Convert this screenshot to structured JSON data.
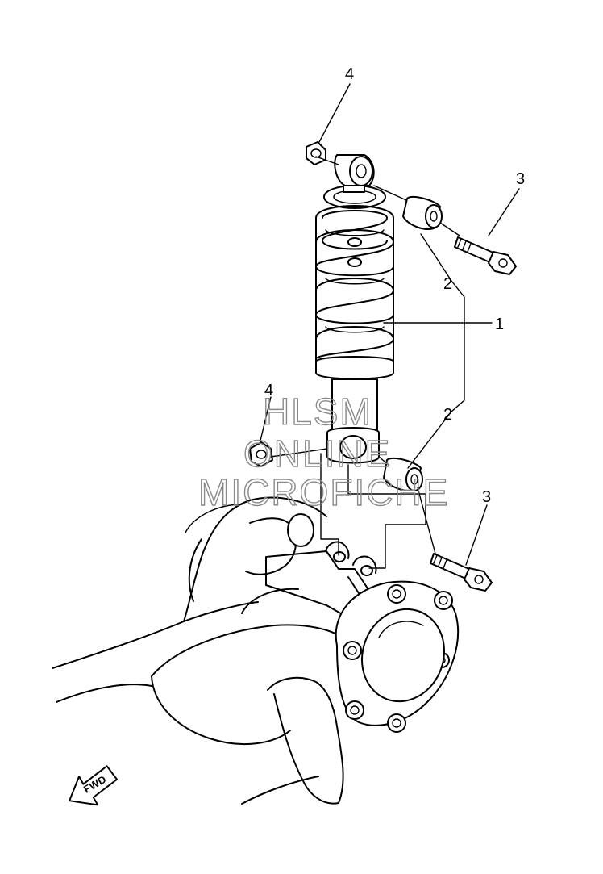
{
  "callouts": {
    "shock_absorber": "1",
    "bushing_upper": "2",
    "bushing_lower": "2",
    "bolt_upper": "3",
    "bolt_lower": "3",
    "nut_upper": "4",
    "nut_lower": "4"
  },
  "direction_arrow": "FWD",
  "watermark": {
    "line1": "HLSM",
    "line2": "ONLINE",
    "line3": "MICROFICHE"
  }
}
